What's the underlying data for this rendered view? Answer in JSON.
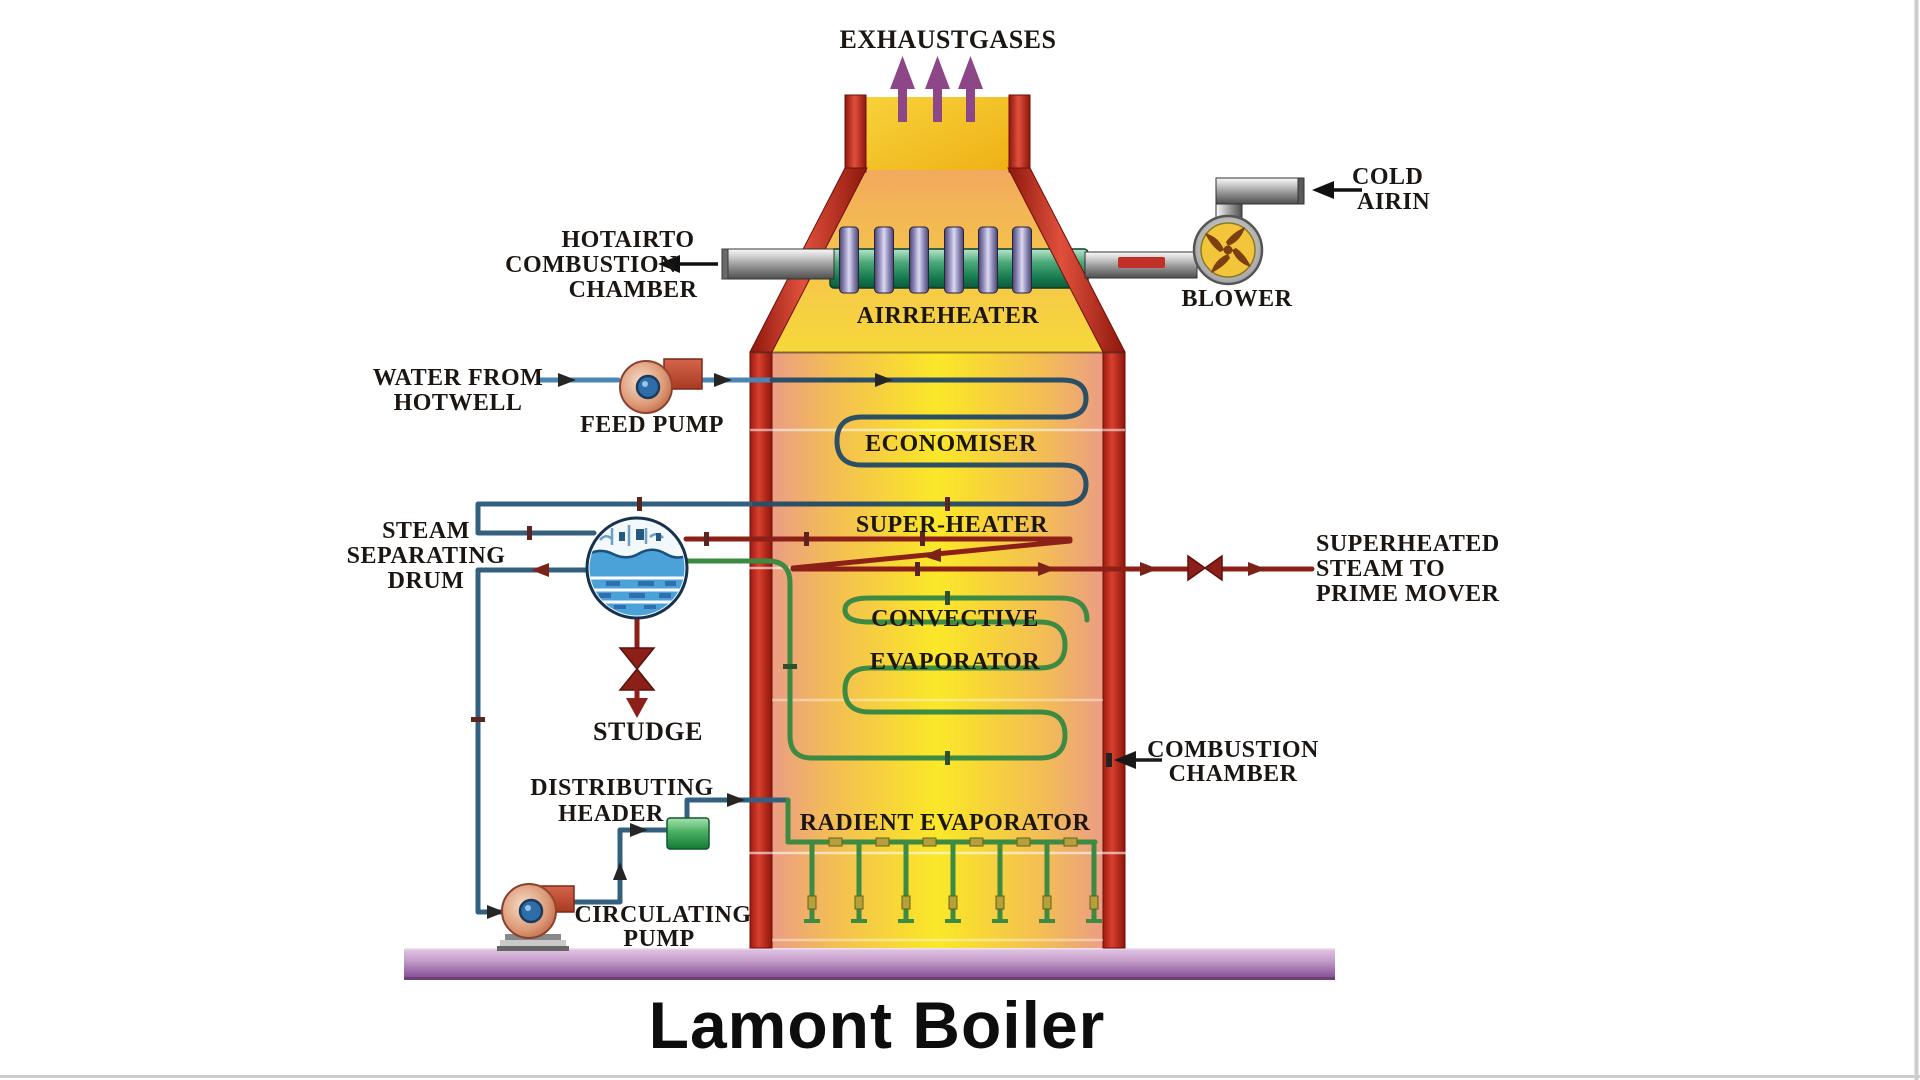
{
  "title": "Lamont Boiler",
  "diagram": {
    "top": {
      "exhaust": "EXHAUSTGASES",
      "air_preheater": "AIRREHEATER"
    },
    "left": {
      "hot_air": [
        "HOTAIRTO",
        "COMBUSTION",
        "CHAMBER"
      ],
      "water_from": [
        "WATER FROM",
        "HOTWELL"
      ],
      "feed_pump": "FEED PUMP",
      "steam_drum": [
        "STEAM",
        "SEPARATING",
        "DRUM"
      ],
      "sludge": "STUDGE",
      "distributing_header": [
        "DISTRIBUTING",
        "HEADER"
      ],
      "circulating_pump": [
        "CIRCULATING",
        "PUMP"
      ]
    },
    "right": {
      "cold_air": [
        "COLD",
        "AIRIN"
      ],
      "blower": "BLOWER",
      "superheated_steam": [
        "SUPERHEATED",
        "STEAM TO",
        "PRIME MOVER"
      ],
      "combustion_chamber": [
        "COMBUSTION",
        "CHAMBER"
      ]
    },
    "inside": {
      "economiser": "ECONOMISER",
      "super_heater": "SUPER-HEATER",
      "convective_evaporator": [
        "CONVECTIVE",
        "EVAPORATOR"
      ],
      "radiant_evaporator": "RADIENT EVAPORATOR"
    }
  },
  "colors": {
    "wall_red": "#c0261a",
    "furnace_yellow": "#f9e02e",
    "pipe_green": "#3d8a42",
    "steam_maroon": "#8c2018",
    "water_blue": "#33607f",
    "water_light_blue": "#4a86b4",
    "exhaust_purple": "#8d4687",
    "base_purple": "#a678b2"
  }
}
